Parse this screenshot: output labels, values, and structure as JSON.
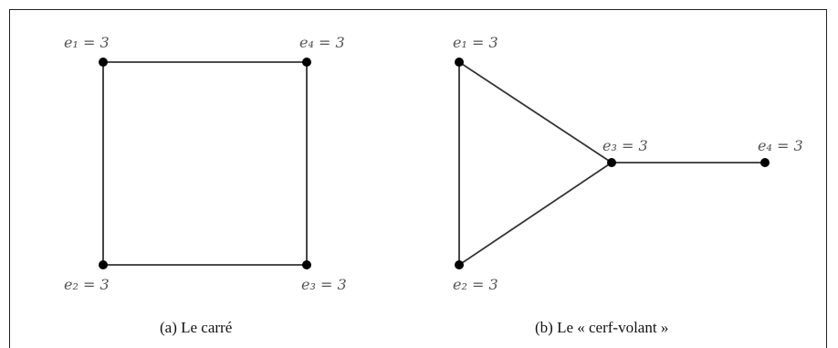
{
  "square": {
    "caption": "(a) Le carré",
    "nodes": [
      {
        "label": "e₁ = 3"
      },
      {
        "label": "e₄ = 3"
      },
      {
        "label": "e₂ = 3"
      },
      {
        "label": "e₃ = 3"
      }
    ]
  },
  "kite": {
    "caption": "(b) Le « cerf-volant »",
    "nodes": [
      {
        "label": "e₁ = 3"
      },
      {
        "label": "e₃ = 3"
      },
      {
        "label": "e₄ = 3"
      },
      {
        "label": "e₂ = 3"
      }
    ]
  }
}
